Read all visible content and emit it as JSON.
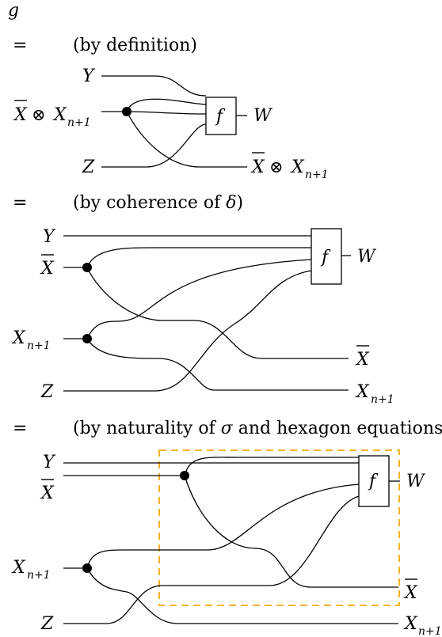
{
  "header": {
    "var": "g"
  },
  "steps": [
    {
      "eq": "=",
      "justification": "(by definition)",
      "box_label": "f",
      "inputs": {
        "y": "Y",
        "xbar": "X",
        "tensor": "⊗",
        "xn": "X",
        "xn_sub": "n+1",
        "z": "Z"
      },
      "outputs": {
        "w": "W",
        "xbar": "X",
        "tensor": "⊗",
        "xn": "X",
        "xn_sub": "n+1"
      }
    },
    {
      "eq": "=",
      "justification_pre": "(by coherence of ",
      "justification_sym": "δ",
      "justification_post": ")",
      "box_label": "f",
      "inputs": {
        "y": "Y",
        "xbar": "X",
        "xn": "X",
        "xn_sub": "n+1",
        "z": "Z"
      },
      "outputs": {
        "w": "W",
        "xbar": "X",
        "xn": "X",
        "xn_sub": "n+1"
      }
    },
    {
      "eq": "=",
      "justification_pre": "(by naturality of ",
      "justification_sym": "σ",
      "justification_post": " and hexagon equations)",
      "box_label": "f",
      "highlight_color": "#f0b429",
      "inputs": {
        "y": "Y",
        "xbar": "X",
        "xn": "X",
        "xn_sub": "n+1",
        "z": "Z"
      },
      "outputs": {
        "w": "W",
        "xbar": "X",
        "xn": "X",
        "xn_sub": "n+1"
      }
    }
  ]
}
